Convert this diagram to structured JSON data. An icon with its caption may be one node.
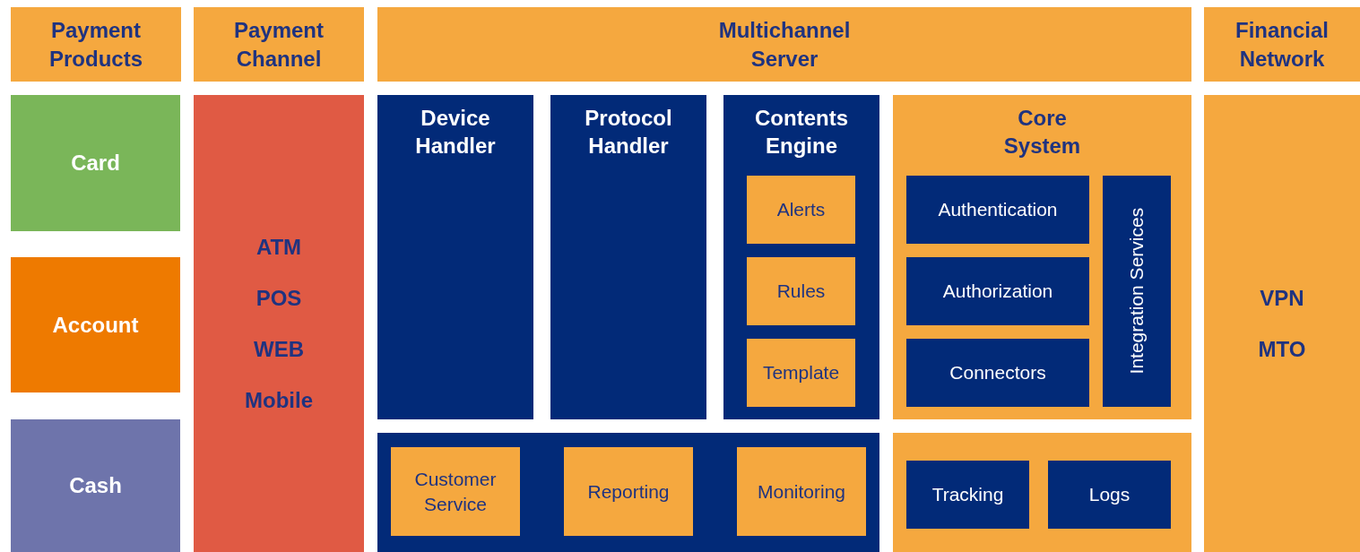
{
  "diagram": {
    "nodes": [
      {
        "text": [
          "Payment Products"
        ]
      },
      {
        "text": [
          "Payment Channel"
        ]
      },
      {
        "text": [
          "Multichannel Server"
        ]
      },
      {
        "text": [
          "Financial Network"
        ]
      },
      {
        "text": [
          "Card"
        ]
      },
      {
        "text": [
          "Account"
        ]
      },
      {
        "text": [
          "Cash"
        ]
      },
      {
        "text": [
          "ATM",
          "POS",
          "WEB",
          "Mobile"
        ]
      },
      {
        "text": [
          "Device Handler"
        ]
      },
      {
        "text": [
          "Protocol Handler"
        ]
      },
      {
        "text": [
          "Contents Engine"
        ]
      },
      {
        "text": [
          "Alerts"
        ],
        "in": 10
      },
      {
        "text": [
          "Rules"
        ],
        "in": 10
      },
      {
        "text": [
          "Template"
        ],
        "in": 10
      },
      {
        "text": [
          "Core System"
        ]
      },
      {
        "text": [
          "Authentication"
        ],
        "in": 14
      },
      {
        "text": [
          "Authorization"
        ],
        "in": 14
      },
      {
        "text": [
          "Connectors"
        ],
        "in": 14
      },
      {
        "text": [
          "Integration Services"
        ],
        "in": 14
      },
      {
        "text": [],
        "shape": "box"
      },
      {
        "text": [
          "Customer Service"
        ],
        "in": 19
      },
      {
        "text": [
          "Reporting"
        ],
        "in": 19
      },
      {
        "text": [
          "Monitoring"
        ],
        "in": 19
      },
      {
        "text": [],
        "shape": "box"
      },
      {
        "text": [
          "Tracking"
        ],
        "in": 23
      },
      {
        "text": [
          "Logs"
        ],
        "in": 23
      },
      {
        "text": [
          "VPN",
          "MTO"
        ]
      }
    ]
  }
}
